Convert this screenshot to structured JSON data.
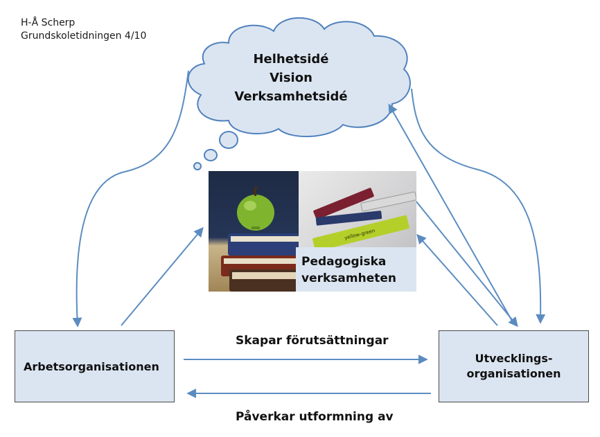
{
  "meta": {
    "author": "H-Å Scherp",
    "source": "Grundskoletidningen 4/10"
  },
  "cloud": {
    "lines": [
      "Helhetsidé",
      "Vision",
      "Verksamhetsidé"
    ]
  },
  "center": {
    "caption_lines": [
      "Pedagogiska",
      "verksamheten"
    ],
    "crayon_label": "yellow-green"
  },
  "nodes": {
    "left": "Arbetsorganisationen",
    "right_lines": [
      "Utvecklings-",
      "organisationen"
    ]
  },
  "edges": {
    "top_label": "Skapar förutsättningar",
    "bottom_label": "Påverkar utformning av"
  },
  "colors": {
    "arrow": "#5b8cc0",
    "box_fill": "#dbe5f1",
    "cloud_fill": "#dbe5f1",
    "cloud_stroke": "#4f81bd"
  }
}
